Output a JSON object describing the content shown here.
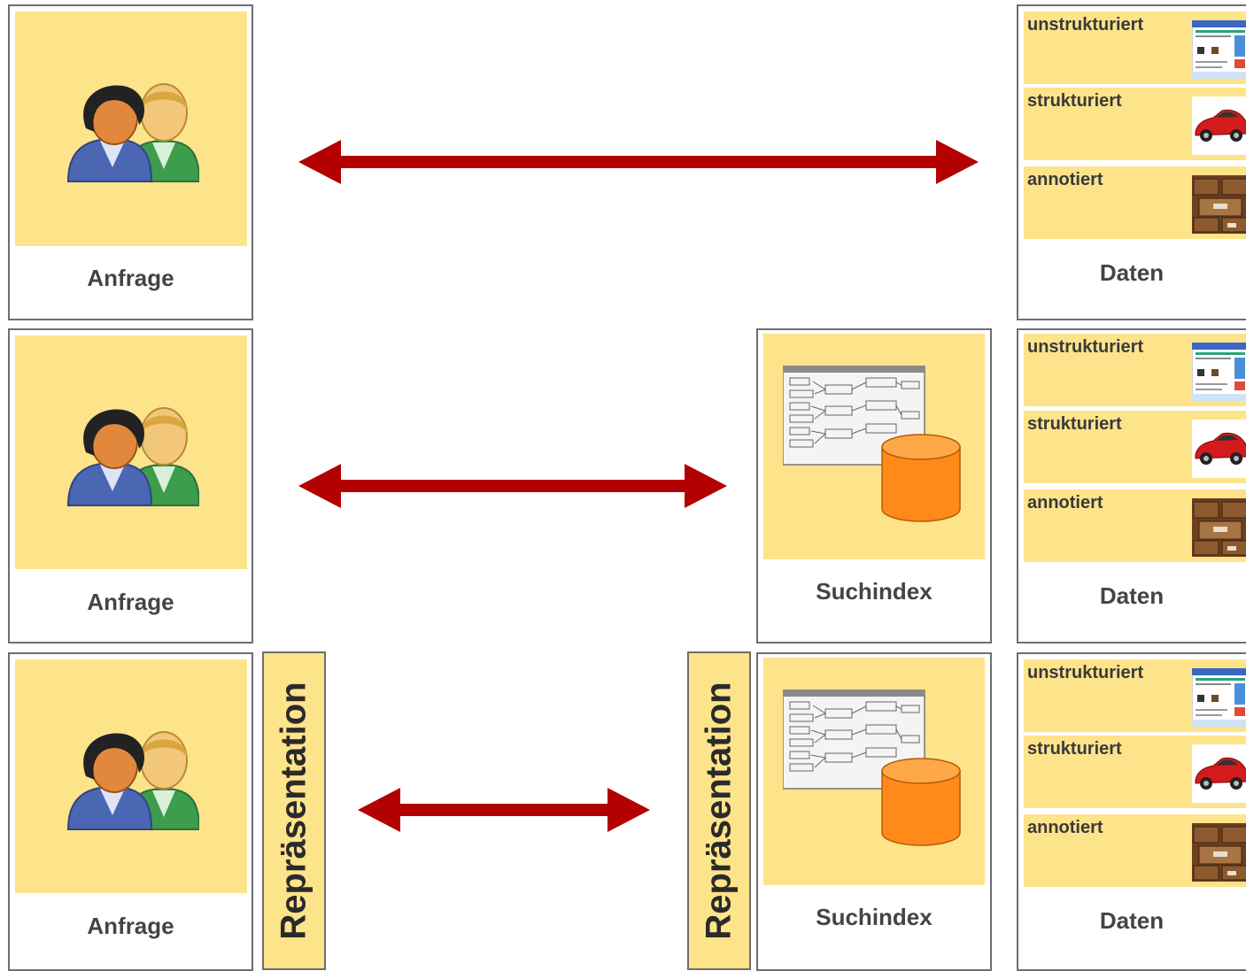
{
  "query_label": "Anfrage",
  "index_label": "Suchindex",
  "data_label": "Daten",
  "representation_label": "Repräsentation",
  "data_kinds": [
    "unstrukturiert",
    "strukturiert",
    "annotiert"
  ],
  "colors": {
    "panel_fill": "#fde38a",
    "arrow": "#b30000",
    "border": "#6e6e6e",
    "cylinder": "#ff8a1a"
  }
}
